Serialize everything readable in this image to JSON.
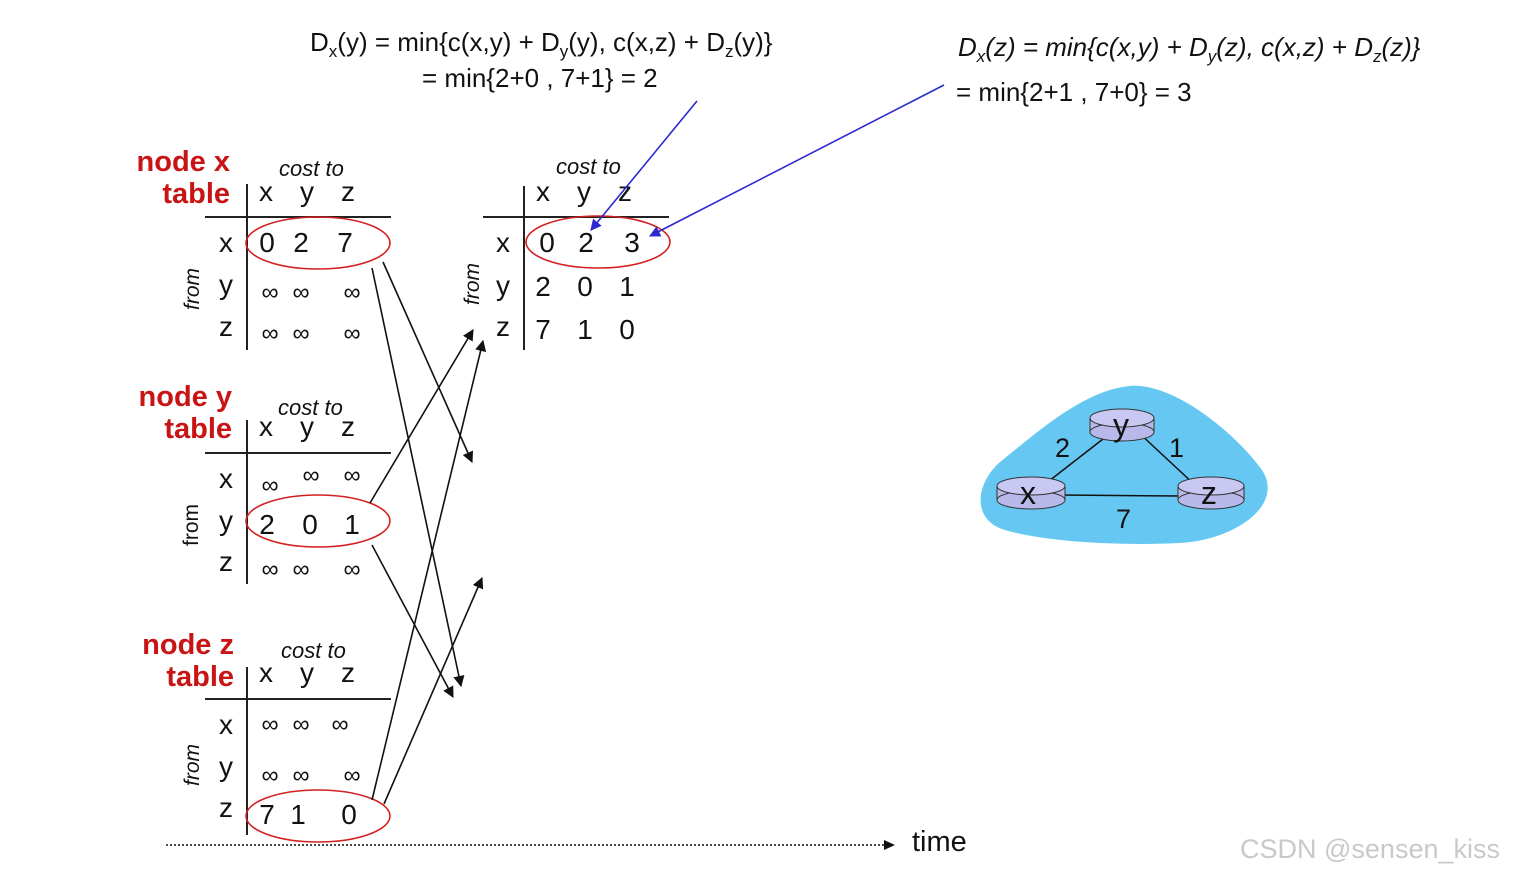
{
  "equations": {
    "dy_line1_pre": "D",
    "dy_line1_sub1": "x",
    "dy_line1_mid": "(y) = min{c(x,y) + D",
    "dy_line1_sub2": "y",
    "dy_line1_mid2": "(y), c(x,z) + D",
    "dy_line1_sub3": "z",
    "dy_line1_end": "(y)}",
    "dy_line2": "= min{2+0 , 7+1} = 2",
    "dz_line1_pre": "D",
    "dz_line1_sub1": "x",
    "dz_line1_mid": "(z) = min{c(x,y) + D",
    "dz_line1_sub2": "y",
    "dz_line1_mid2": "(z), c(x,z) + D",
    "dz_line1_sub3": "z",
    "dz_line1_end": "(z)}",
    "dz_line2": "= min{2+1 , 7+0} = 3"
  },
  "labels": {
    "cost_to": "cost to",
    "from": "from",
    "time": "time",
    "watermark": "CSDN @sensen_kiss"
  },
  "columns": [
    "x",
    "y",
    "z"
  ],
  "rows": [
    "x",
    "y",
    "z"
  ],
  "tables": {
    "node_x": {
      "title_line1": "node x",
      "title_line2": "table",
      "cells": [
        [
          "0",
          "2",
          "7"
        ],
        [
          "∞",
          "∞",
          "∞"
        ],
        [
          "∞",
          "∞",
          "∞"
        ]
      ]
    },
    "node_y": {
      "title_line1": "node y",
      "title_line2": "table",
      "cells": [
        [
          "∞",
          "∞",
          "∞"
        ],
        [
          "2",
          "0",
          "1"
        ],
        [
          "∞",
          "∞",
          "∞"
        ]
      ]
    },
    "node_z": {
      "title_line1": "node z",
      "title_line2": "table",
      "cells": [
        [
          "∞",
          "∞",
          "∞"
        ],
        [
          "∞",
          "∞",
          "∞"
        ],
        [
          "7",
          "1",
          "0"
        ]
      ]
    },
    "node_x_updated": {
      "cells": [
        [
          "0",
          "2",
          "3"
        ],
        [
          "2",
          "0",
          "1"
        ],
        [
          "7",
          "1",
          "0"
        ]
      ]
    }
  },
  "network": {
    "nodes": [
      "x",
      "y",
      "z"
    ],
    "edge_xy": "2",
    "edge_yz": "1",
    "edge_xz": "7"
  },
  "colors": {
    "title_red": "#c81414",
    "circle_red": "#d42020",
    "arrow_blue": "#2a2ad0",
    "cloud_blue": "#66c8f2",
    "router_fill": "#b8b8ea"
  }
}
